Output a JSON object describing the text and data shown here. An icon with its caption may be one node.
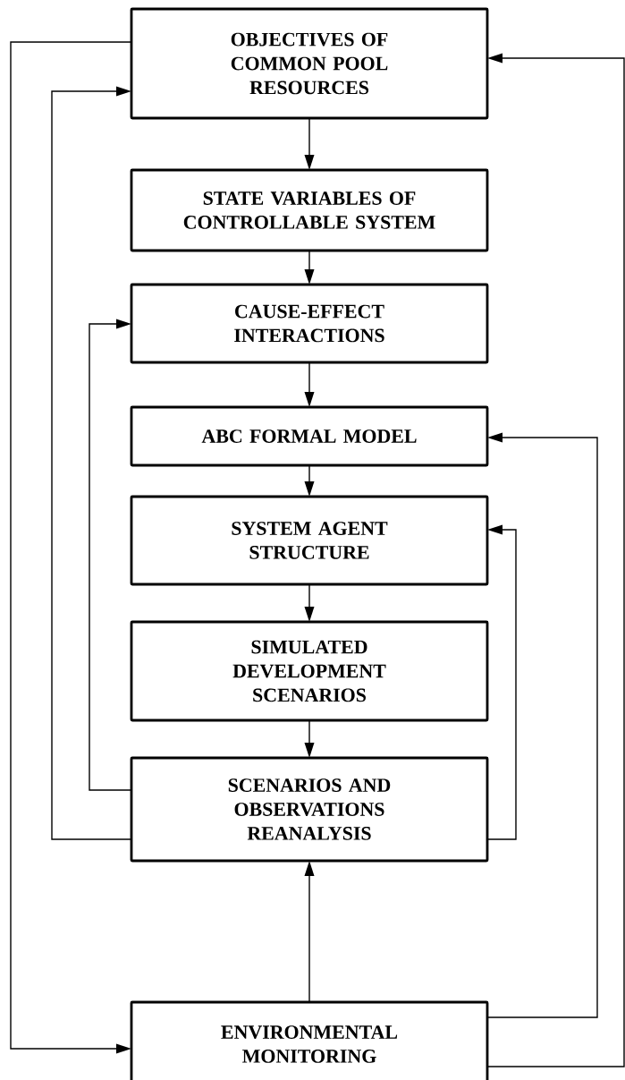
{
  "diagram": {
    "nodes": [
      {
        "text": [
          "OBJECTIVES OF COMMON POOL RESOURCES"
        ]
      },
      {
        "text": [
          "STATE VARIABLES OF CONTROLLABLE SYSTEM"
        ]
      },
      {
        "text": [
          "CAUSE-EFFECT INTERACTIONS"
        ]
      },
      {
        "text": [
          "ABC FORMAL MODEL"
        ]
      },
      {
        "text": [
          "SYSTEM AGENT STRUCTURE"
        ]
      },
      {
        "text": [
          "SIMULATED DEVELOPMENT SCENARIOS"
        ]
      },
      {
        "text": [
          "SCENARIOS AND OBSERVATIONS REANALYSIS"
        ]
      },
      {
        "text": [
          "ENVIRONMENTAL MONITORING"
        ]
      }
    ],
    "edges": [
      {
        "from": 0,
        "to": 1,
        "arrow": "to"
      },
      {
        "from": 1,
        "to": 2,
        "arrow": "to"
      },
      {
        "from": 2,
        "to": 3,
        "arrow": "to"
      },
      {
        "from": 3,
        "to": 4,
        "arrow": "to"
      },
      {
        "from": 4,
        "to": 5,
        "arrow": "to"
      },
      {
        "from": 5,
        "to": 6,
        "arrow": "to"
      },
      {
        "from": 7,
        "to": 6,
        "arrow": "to"
      },
      {
        "from": 0,
        "to": 7,
        "arrow": "to"
      },
      {
        "from": 6,
        "to": 0,
        "arrow": "to"
      },
      {
        "from": 6,
        "to": 2,
        "arrow": "to"
      },
      {
        "from": 6,
        "to": 4,
        "arrow": "to"
      },
      {
        "from": 7,
        "to": 3,
        "arrow": "to"
      },
      {
        "from": 7,
        "to": 0,
        "arrow": "to"
      }
    ]
  }
}
